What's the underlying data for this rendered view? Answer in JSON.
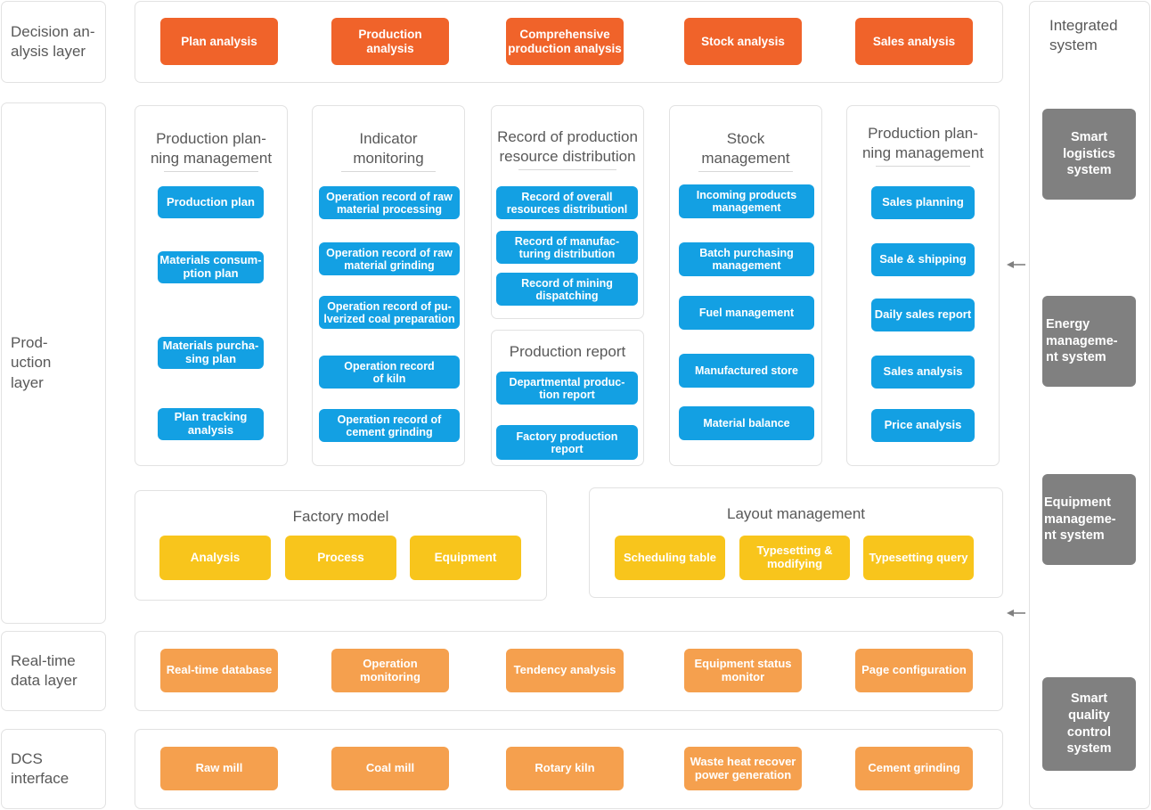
{
  "diagram": {
    "title": "Cement plant MES layered architecture",
    "colors": {
      "decision_orange": "#F0632A",
      "production_blue": "#13A0E3",
      "model_yellow": "#F8C51C",
      "realtime_orange": "#F5A04E",
      "integrated_gray": "#808080",
      "panel_border": "#E2E2E2",
      "label_text": "#595959"
    }
  },
  "layers": [
    {
      "id": "decision",
      "label": "Decision an-\nalysis  layer"
    },
    {
      "id": "production",
      "label": "Prod-\nuction\nlayer"
    },
    {
      "id": "realtime",
      "label": "Real-time\ndata layer"
    },
    {
      "id": "dcs",
      "label": "DCS\ninterface"
    }
  ],
  "decision_layer": {
    "items": [
      {
        "label": "Plan analysis"
      },
      {
        "label": "Production analysis"
      },
      {
        "label": "Comprehensive\nproduction analysis"
      },
      {
        "label": "Stock analysis"
      },
      {
        "label": "Sales analysis"
      }
    ]
  },
  "production_layer": {
    "groups": [
      {
        "id": "production-planning-management",
        "title": "Production plan-\nning management",
        "underline": true,
        "items": [
          {
            "label": "Production plan"
          },
          {
            "label": "Materials consum-\nption plan"
          },
          {
            "label": "Materials purcha-\nsing plan"
          },
          {
            "label": "Plan tracking\nanalysis"
          }
        ]
      },
      {
        "id": "indicator-monitoring",
        "title": "Indicator\nmonitoring",
        "underline": true,
        "items": [
          {
            "label": "Operation record of raw\nmaterial processing"
          },
          {
            "label": "Operation record of raw\nmaterial grinding"
          },
          {
            "label": "Operation record of pu-\nlverized coal preparation"
          },
          {
            "label": "Operation record\nof kiln"
          },
          {
            "label": "Operation record of\ncement grinding"
          }
        ]
      },
      {
        "id": "record-of-production-resource-distribution",
        "title": "Record of production\nresource distribution",
        "underline": true,
        "items": [
          {
            "label": "Record of overall\nresources distributionl"
          },
          {
            "label": "Record of manufac-\nturing distribution"
          },
          {
            "label": "Record of mining\ndispatching"
          }
        ]
      },
      {
        "id": "production-report",
        "title": "Production report",
        "underline": false,
        "items": [
          {
            "label": "Departmental produc-\ntion report"
          },
          {
            "label": "Factory production\nreport"
          }
        ]
      },
      {
        "id": "stock-management",
        "title": "Stock\nmanagement",
        "underline": true,
        "items": [
          {
            "label": "Incoming products\nmanagement"
          },
          {
            "label": "Batch purchasing\nmanagement"
          },
          {
            "label": "Fuel management"
          },
          {
            "label": "Manufactured store"
          },
          {
            "label": "Material balance"
          }
        ]
      },
      {
        "id": "sales-planning-management",
        "title": "Production plan-\nning management",
        "underline": true,
        "items": [
          {
            "label": "Sales planning"
          },
          {
            "label": "Sale & shipping"
          },
          {
            "label": "Daily sales report"
          },
          {
            "label": "Sales analysis"
          },
          {
            "label": "Price analysis"
          }
        ]
      }
    ],
    "model_groups": [
      {
        "id": "factory-model",
        "title": "Factory model",
        "items": [
          {
            "label": "Analysis"
          },
          {
            "label": "Process"
          },
          {
            "label": "Equipment"
          }
        ]
      },
      {
        "id": "layout-management",
        "title": "Layout management",
        "items": [
          {
            "label": "Scheduling table"
          },
          {
            "label": "Typesetting &\nmodifying"
          },
          {
            "label": "Typesetting query"
          }
        ]
      }
    ]
  },
  "realtime_layer": {
    "items": [
      {
        "label": "Real-time database"
      },
      {
        "label": "Operation monitoring"
      },
      {
        "label": "Tendency analysis"
      },
      {
        "label": "Equipment status\nmonitor"
      },
      {
        "label": "Page configuration"
      }
    ]
  },
  "dcs_layer": {
    "items": [
      {
        "label": "Raw mill"
      },
      {
        "label": "Coal mill"
      },
      {
        "label": "Rotary kiln"
      },
      {
        "label": "Waste heat recover\npower generation"
      },
      {
        "label": "Cement grinding"
      }
    ]
  },
  "integrated_system": {
    "title": "Integrated\nsystem",
    "items": [
      {
        "label": "Smart\nlogistics\nsystem"
      },
      {
        "label": "Energy\nmanageme-\nnt system"
      },
      {
        "label": "Equipment\nmanageme-\nnt system"
      },
      {
        "label": "Smart\nquality\ncontrol\nsystem"
      }
    ]
  },
  "connectors": [
    {
      "id": "arrow-production-to-integrated",
      "direction": "left"
    },
    {
      "id": "arrow-model-to-integrated",
      "direction": "left"
    }
  ]
}
